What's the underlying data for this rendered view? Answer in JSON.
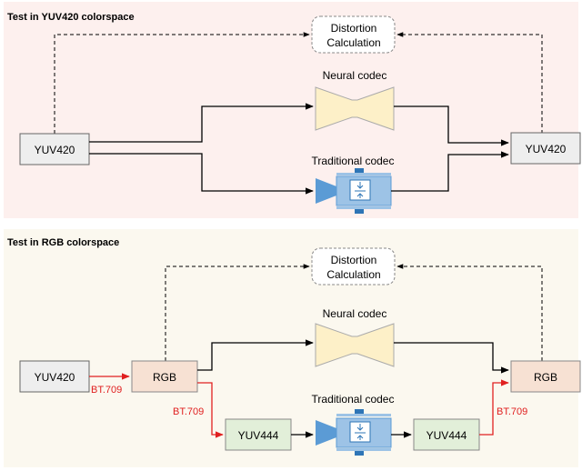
{
  "colors": {
    "panel_top_bg": "#fdf0ee",
    "panel_bottom_bg": "#fbf8ef",
    "yuv420_box": "#eeeeee",
    "rgb_box": "#f7e1d3",
    "yuv444_box": "#e2efd9",
    "neural_codec_fill": "#fdf0c8",
    "traditional_codec_fill": "#9dc3e6",
    "conversion_arrow": "#e02020"
  },
  "top_panel": {
    "title": "Test in YUV420 colorspace",
    "distortion_line1": "Distortion",
    "distortion_line2": "Calculation",
    "neural_label": "Neural codec",
    "traditional_label": "Traditional codec",
    "source_box": "YUV420",
    "output_box": "YUV420"
  },
  "bottom_panel": {
    "title": "Test in RGB colorspace",
    "distortion_line1": "Distortion",
    "distortion_line2": "Calculation",
    "neural_label": "Neural codec",
    "traditional_label": "Traditional codec",
    "source_box": "YUV420",
    "rgb_in_box": "RGB",
    "rgb_out_box": "RGB",
    "yuv444_in_box": "YUV444",
    "yuv444_out_box": "YUV444",
    "conv_label_1": "BT.709",
    "conv_label_2": "BT.709",
    "conv_label_3": "BT.709"
  }
}
